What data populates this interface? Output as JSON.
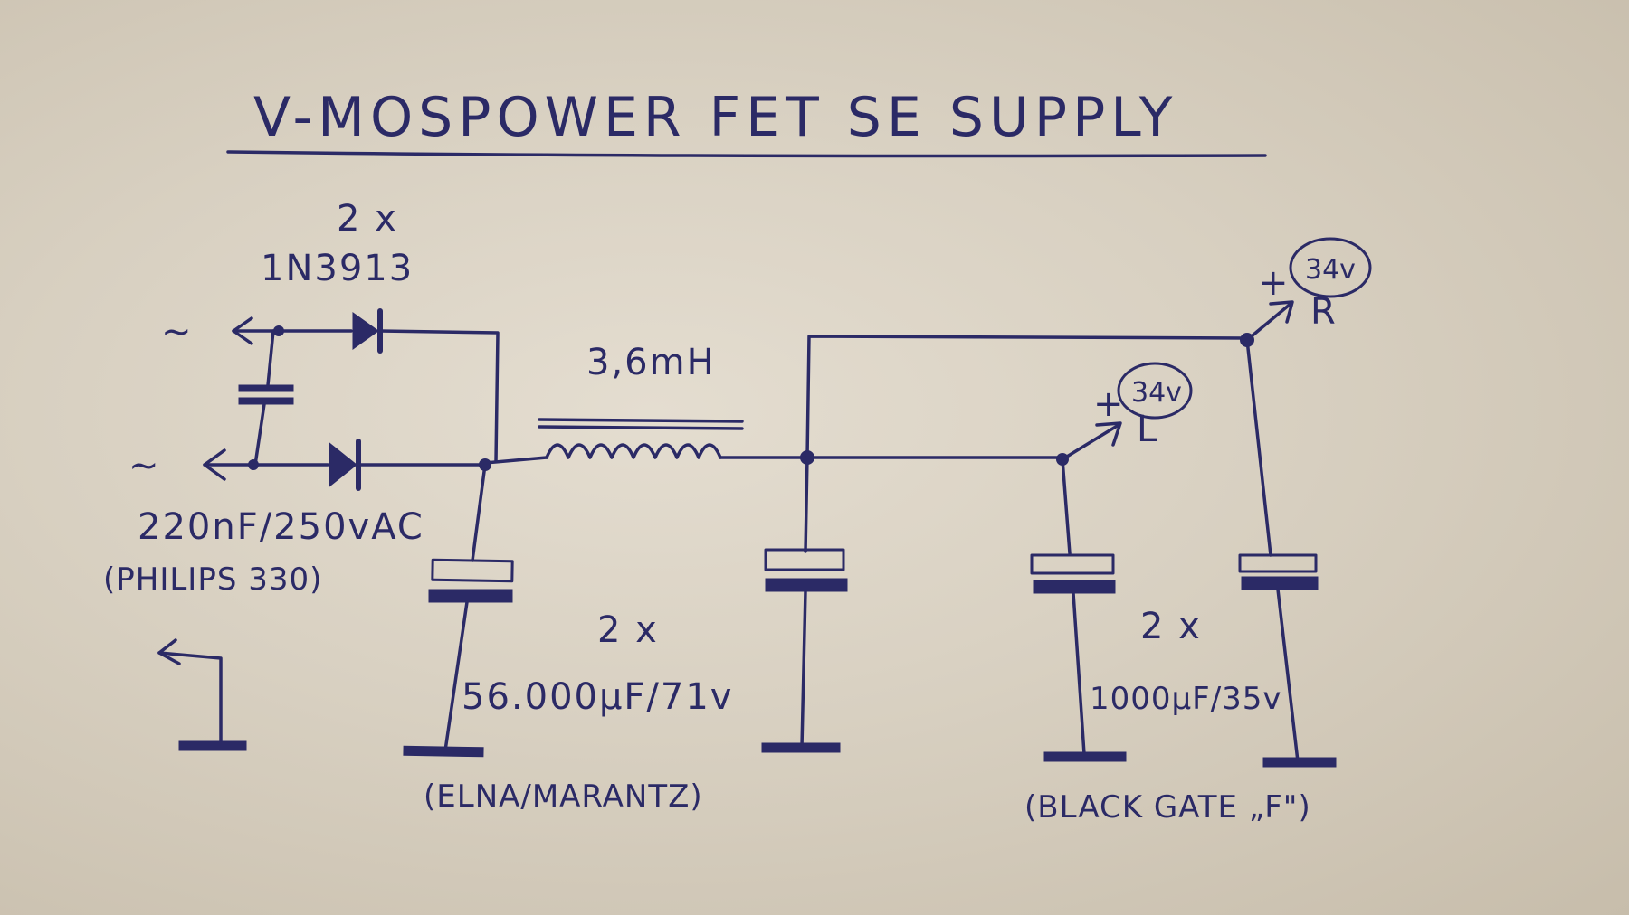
{
  "title": "V-MOSPOWER FET SE SUPPLY",
  "labels": {
    "diode_count": "2 x",
    "diode_part": "1N3913",
    "inductor": "3,6mH",
    "film_cap_value": "220nF/250vAC",
    "film_cap_brand": "(PHILIPS 330)",
    "main_cap_count": "2 x",
    "main_cap_value": "56.000µF/71v",
    "main_cap_brand": "(ELNA/MARANTZ)",
    "out_cap_count": "2 x",
    "out_cap_value": "1000µF/35v",
    "out_cap_brand": "(BLACK GATE „F\")",
    "ac_in_symbol": "~",
    "plus_symbol": "+",
    "voltage_right": "34v",
    "channel_right": "R",
    "voltage_left": "34v",
    "channel_left": "L"
  },
  "colors": {
    "ink": "#2b2a66",
    "paper": "#ddd6c8"
  }
}
